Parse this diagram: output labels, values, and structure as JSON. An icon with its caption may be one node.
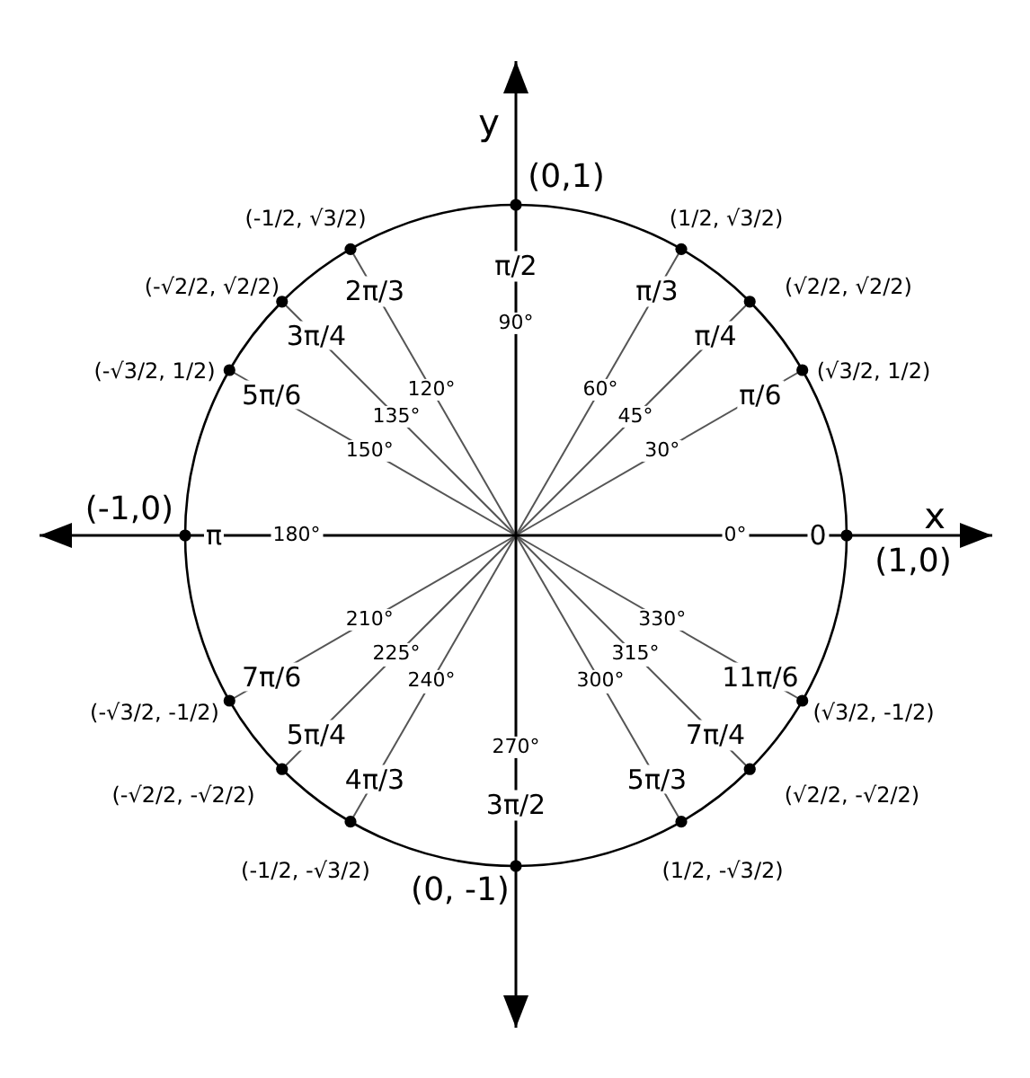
{
  "diagram": {
    "labels": [
      "y",
      "x",
      "(1,0)",
      "0",
      "0°",
      "(√3/2, 1/2)",
      "π/6",
      "30°",
      "(√2/2, √2/2)",
      "π/4",
      "45°",
      "(1/2, √3/2)",
      "π/3",
      "60°",
      "(0,1)",
      "π/2",
      "90°",
      "(-1/2, √3/2)",
      "2π/3",
      "120°",
      "(-√2/2, √2/2)",
      "3π/4",
      "135°",
      "(-√3/2, 1/2)",
      "5π/6",
      "150°",
      "(-1,0)",
      "π",
      "180°",
      "(-√3/2, -1/2)",
      "7π/6",
      "210°",
      "(-√2/2, -√2/2)",
      "5π/4",
      "225°",
      "(-1/2, -√3/2)",
      "4π/3",
      "240°",
      "(0, -1)",
      "3π/2",
      "270°",
      "(1/2, -√3/2)",
      "5π/3",
      "300°",
      "(√2/2, -√2/2)",
      "7π/4",
      "315°",
      "(√3/2, -1/2)",
      "11π/6",
      "330°"
    ]
  }
}
